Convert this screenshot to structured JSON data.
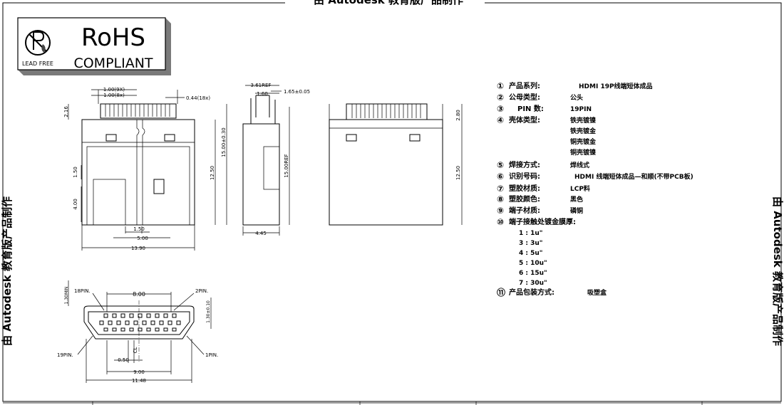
{
  "watermark": {
    "top": "由 Autodesk 教育版产品制作",
    "left": "由 Autodesk 教育版产品制作",
    "right": "由 Autodesk 教育版产品制作"
  },
  "logo": {
    "rohs": "RoHS",
    "compliant": "COMPLIANT",
    "lead_free": "LEAD FREE"
  },
  "dims": {
    "pitch_9x": "1.00(9X)",
    "pitch_8x": "1.00(8x)",
    "pin_width": "0.44(18x)",
    "top_h": "2.16",
    "win_h": "1.50",
    "lower_h": "4.00",
    "inner_w": "1.50",
    "mid_w": "5.00",
    "total_w": "13.90",
    "total_h": "15.00±0.30",
    "body_h": "12.50",
    "side_ref": "3.61REF",
    "side_w": "1.60",
    "side_t": "1.65±0.05",
    "side_h": "15.00REF",
    "side_d": "4.45",
    "back_top": "2.80",
    "back_body": "12.50",
    "pin18": "18PIN.",
    "pin2": "2PIN.",
    "pin19": "19PIN.",
    "pin1": "1PIN.",
    "face_h": "1.30MIN",
    "face_h2": "1.30±0.10",
    "face_pitch": "8.00",
    "face_pin": "0.50",
    "face_inner": "9.00",
    "face_outer": "11.48",
    "cl_mark": "CL"
  },
  "specs": [
    {
      "num": "①",
      "label": "产品系列:",
      "values": [
        "HDMI 19P线端短体成品"
      ]
    },
    {
      "num": "②",
      "label": "公母类型:",
      "values": [
        "公头"
      ]
    },
    {
      "num": "③",
      "label": "PIN 数:",
      "values": [
        "19PIN"
      ]
    },
    {
      "num": "④",
      "label": "壳体类型:",
      "values": [
        "铁壳镀镍",
        "铁壳镀金",
        "铜壳镀金",
        "铜壳镀镍"
      ]
    },
    {
      "num": "⑤",
      "label": "焊接方式:",
      "values": [
        "焊线式"
      ]
    },
    {
      "num": "⑥",
      "label": "识别号码:",
      "values": [
        "HDMI 线端短体成品—和顺(不带PCB板)"
      ]
    },
    {
      "num": "⑦",
      "label": "塑胶材质:",
      "values": [
        "LCP料"
      ]
    },
    {
      "num": "⑧",
      "label": "塑胶颜色:",
      "values": [
        "黑色"
      ]
    },
    {
      "num": "⑨",
      "label": "端子材质:",
      "values": [
        "磷铜"
      ]
    },
    {
      "num": "⑩",
      "label": "端子接触处镀金膜厚:",
      "values": []
    },
    {
      "num": "⑪",
      "label": "产品包装方式:",
      "values": [
        "吸塑盒"
      ]
    }
  ],
  "plating": [
    "1 : 1u\"",
    "3 : 3u\"",
    "4 : 5u\"",
    "5 : 10u\"",
    "6 : 15u\"",
    "7 : 30u\""
  ]
}
